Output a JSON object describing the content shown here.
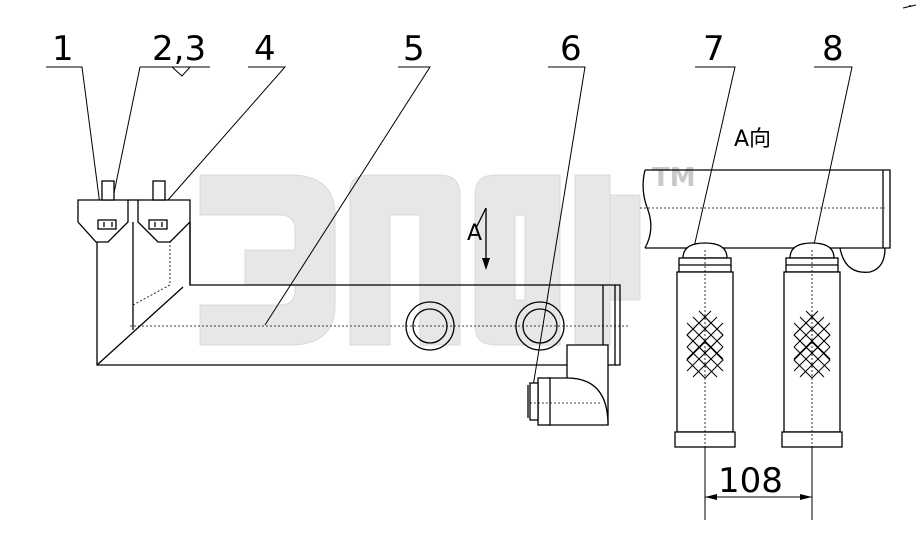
{
  "part_labels": [
    "1",
    "2,3",
    "4",
    "5",
    "6",
    "7",
    "8"
  ],
  "view_label": "A向",
  "arrow_label": "A",
  "dimension": "108",
  "watermark": {
    "text": "эпф",
    "trademark": "TM"
  },
  "colors": {
    "line": "#000000",
    "watermark": "#d4d4d4",
    "background": "#ffffff"
  }
}
